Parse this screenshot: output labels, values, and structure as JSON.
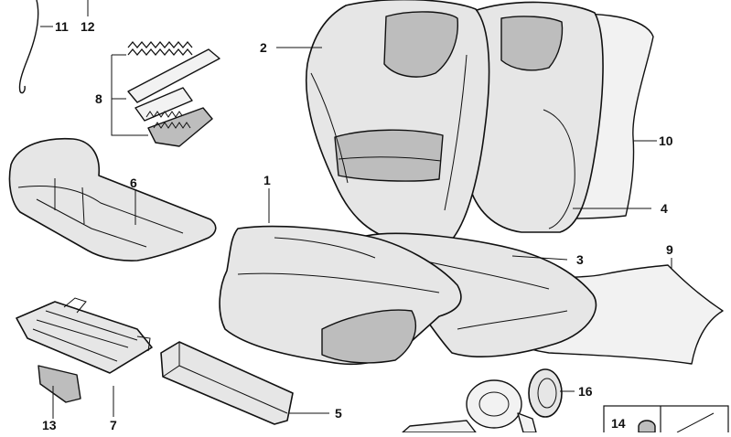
{
  "callouts": {
    "c1": "1",
    "c2": "2",
    "c3": "3",
    "c4": "4",
    "c5": "5",
    "c6": "6",
    "c7": "7",
    "c8": "8",
    "c9": "9",
    "c10": "10",
    "c11": "11",
    "c12": "12",
    "c13": "13",
    "c14": "14",
    "c16": "16"
  },
  "colors": {
    "line": "#111111",
    "fill": "#e6e6e6",
    "shade": "#bdbdbd"
  }
}
